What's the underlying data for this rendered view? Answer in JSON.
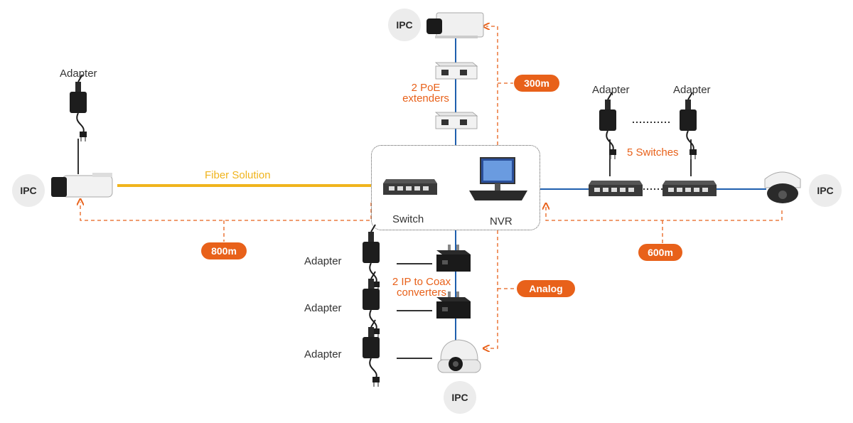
{
  "labels": {
    "ipc": "IPC",
    "adapter": "Adapter",
    "fiber_solution": "Fiber Solution",
    "switch": "Switch",
    "nvr": "NVR",
    "poe_extenders_line1": "2 PoE",
    "poe_extenders_line2": "extenders",
    "five_switches": "5 Switches",
    "coax_line1": "2 IP to Coax",
    "coax_line2": "converters"
  },
  "distances": {
    "left": "800m",
    "top": "300m",
    "right": "600m",
    "bottom": "Analog"
  },
  "colors": {
    "accent_orange": "#e8611a",
    "fiber_yellow": "#f0b41c",
    "network_blue": "#1f5fae",
    "badge_gray": "#ececec"
  },
  "icons": [
    "box-camera-icon",
    "bullet-camera-icon",
    "dome-camera-icon",
    "turret-camera-icon",
    "poe-extender-icon",
    "network-switch-icon",
    "nvr-monitor-icon",
    "power-adapter-icon",
    "coax-converter-icon"
  ]
}
